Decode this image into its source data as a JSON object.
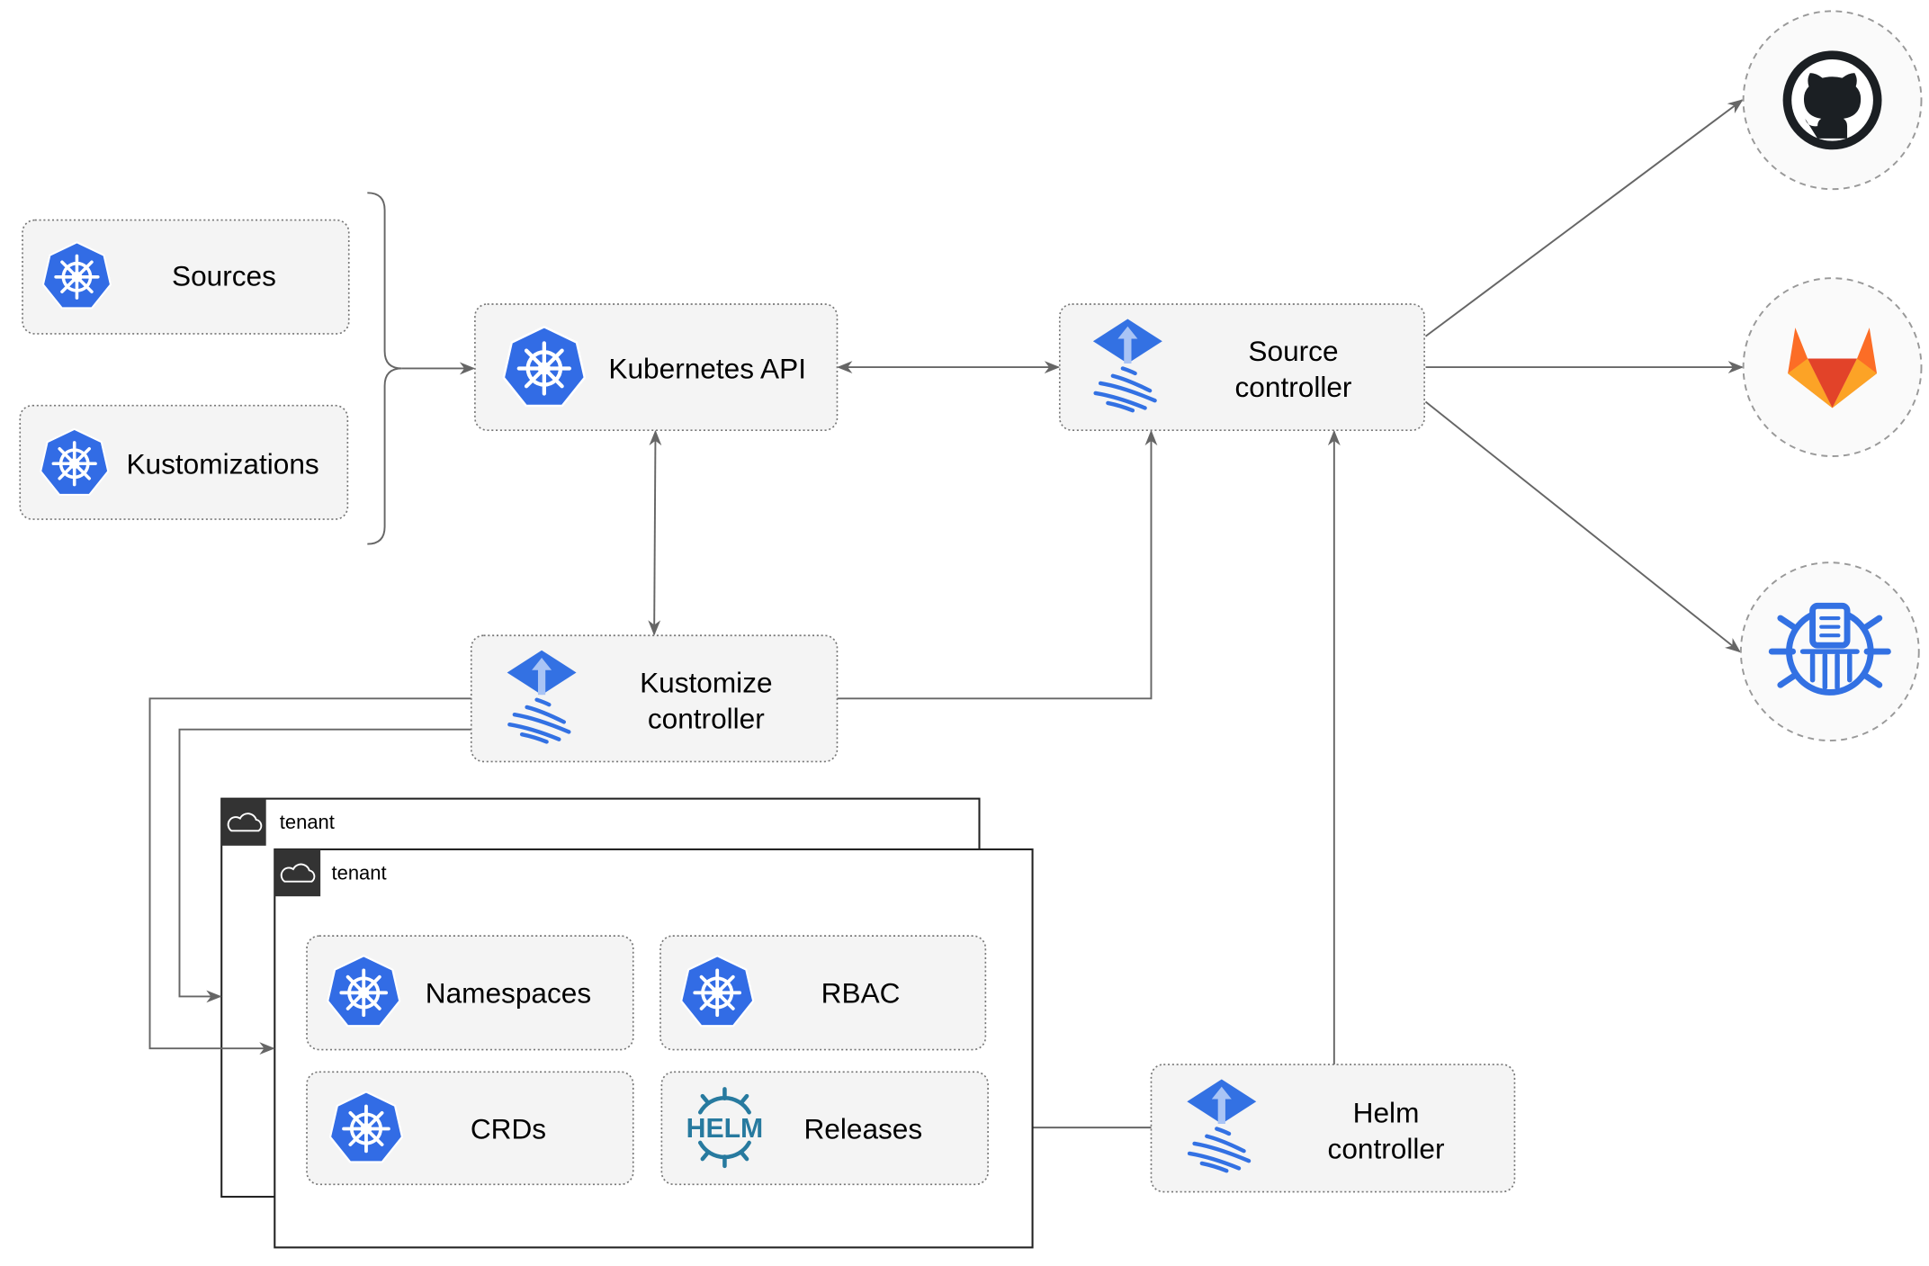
{
  "colors": {
    "kubernetes_blue": "#326ce5",
    "flux_blue": "#3371e3",
    "helm_blue": "#277a9f",
    "gitlab_orange": "#e24329",
    "github_dark": "#1b1f23",
    "edge": "#666666"
  },
  "resources": {
    "sources": "Sources",
    "kustomizations": "Kustomizations"
  },
  "nodes": {
    "kubernetes_api": "Kubernetes API",
    "source_controller": [
      "Source",
      "controller"
    ],
    "kustomize_controller": [
      "Kustomize",
      "controller"
    ],
    "helm_controller": [
      "Helm",
      "controller"
    ]
  },
  "tenants": [
    {
      "label": "tenant"
    },
    {
      "label": "tenant"
    }
  ],
  "tenant_items": {
    "namespaces": "Namespaces",
    "rbac": "RBAC",
    "crds": "CRDs",
    "releases": "Releases"
  },
  "helm_logo": "HELM",
  "external": [
    {
      "icon": "github-icon"
    },
    {
      "icon": "gitlab-icon"
    },
    {
      "icon": "bucket-icon"
    }
  ]
}
